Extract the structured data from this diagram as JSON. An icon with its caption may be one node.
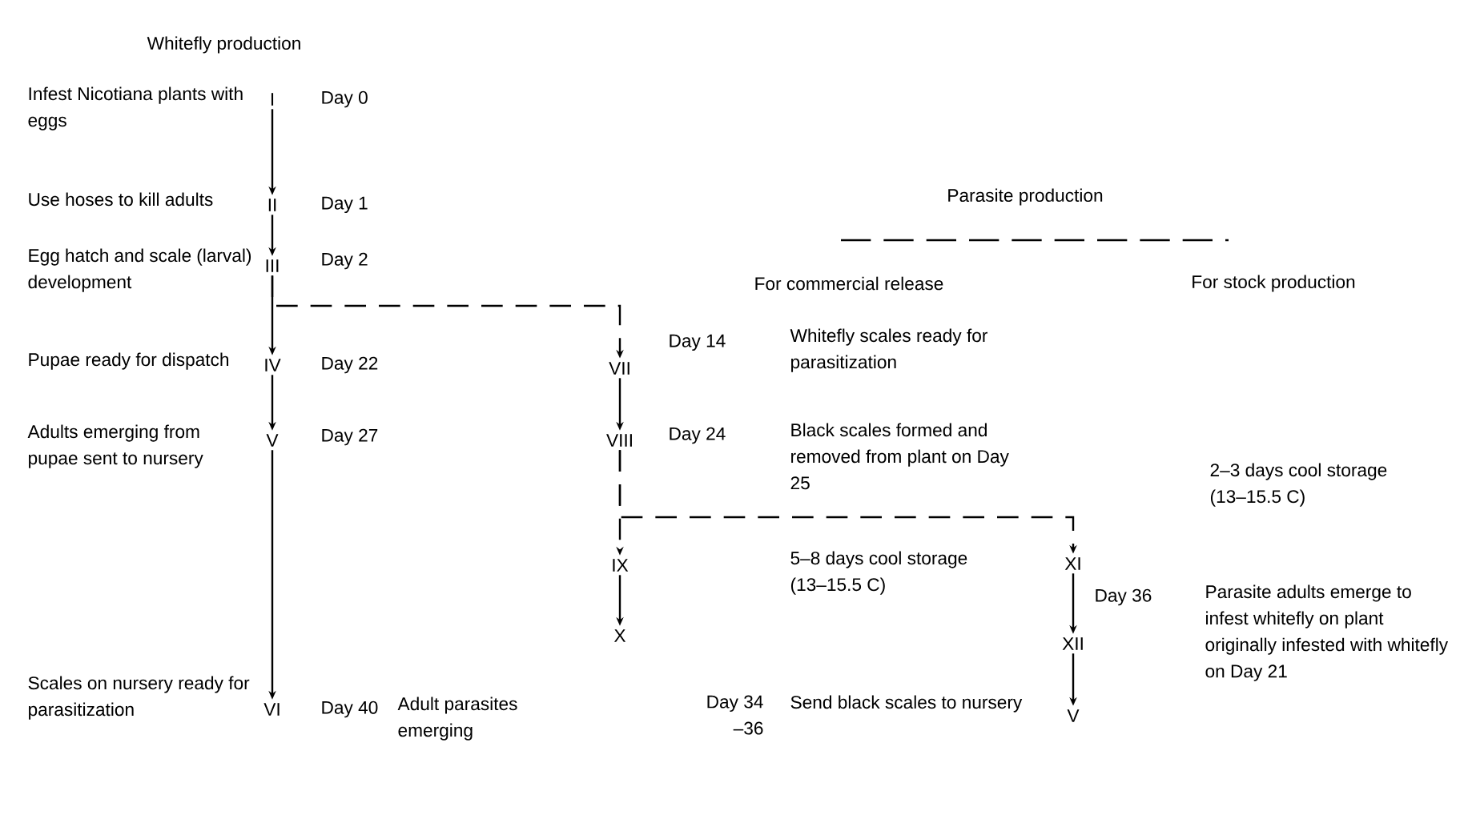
{
  "diagram": {
    "nodes": [
      {
        "text": [
          "I"
        ],
        "beside": [
          "Infest Nicotiana plants with eggs",
          "Day 0"
        ]
      },
      {
        "text": [
          "II"
        ],
        "beside": [
          "Use hoses to kill adults",
          "Day 1"
        ]
      },
      {
        "text": [
          "III"
        ],
        "beside": [
          "Egg hatch and scale (larval) development",
          "Day 2"
        ]
      },
      {
        "text": [
          "IV"
        ],
        "beside": [
          "Pupae ready for dispatch",
          "Day 22"
        ]
      },
      {
        "text": [
          "V"
        ],
        "beside": [
          "Adults emerging from pupae sent to nursery",
          "Day 27"
        ]
      },
      {
        "text": [
          "VI"
        ],
        "beside": [
          "Scales on nursery ready for parasitization",
          "Day 40",
          "Adult parasites emerging"
        ]
      },
      {
        "text": [
          "VII"
        ],
        "beside": [
          "Day 14",
          "Whitefly scales ready for parasitization"
        ]
      },
      {
        "text": [
          "VIII"
        ],
        "beside": [
          "Day 24",
          "Black scales formed and removed from plant on Day 25"
        ]
      },
      {
        "text": [
          "IX"
        ]
      },
      {
        "text": [
          "X"
        ],
        "beside": [
          "Day 34 –36",
          "Send black scales to nursery"
        ]
      },
      {
        "text": [
          "XI"
        ]
      },
      {
        "text": [
          "XII"
        ],
        "beside": [
          "Day 36",
          "Parasite adults emerge to infest whitefly on plant originally infested with whitefly on Day 21"
        ]
      },
      {
        "text": [
          "V"
        ]
      }
    ],
    "edges": [
      {
        "from": 0,
        "to": 1,
        "arrow": "to"
      },
      {
        "from": 1,
        "to": 2,
        "arrow": "to"
      },
      {
        "from": 2,
        "to": 3,
        "arrow": "to"
      },
      {
        "from": 2,
        "to": 6,
        "arrow": "to",
        "style": "dashed"
      },
      {
        "from": 3,
        "to": 4,
        "arrow": "to"
      },
      {
        "from": 4,
        "to": 5,
        "arrow": "to"
      },
      {
        "from": 6,
        "to": 7,
        "arrow": "to"
      },
      {
        "from": 7,
        "to": 8,
        "arrow": "to",
        "style": "dashed"
      },
      {
        "from": 7,
        "to": 10,
        "arrow": "to",
        "style": "dashed"
      },
      {
        "from": 8,
        "to": 9,
        "arrow": "to"
      },
      {
        "from": 10,
        "to": 11,
        "arrow": "to"
      },
      {
        "from": 11,
        "to": 12,
        "arrow": "to"
      }
    ],
    "labels": [
      "Whitefly production",
      "Parasite production",
      "For commercial release",
      "For stock production",
      "2–3 days cool storage (13–15.5 C)",
      "5–8 days cool storage (13–15.5 C)"
    ]
  }
}
